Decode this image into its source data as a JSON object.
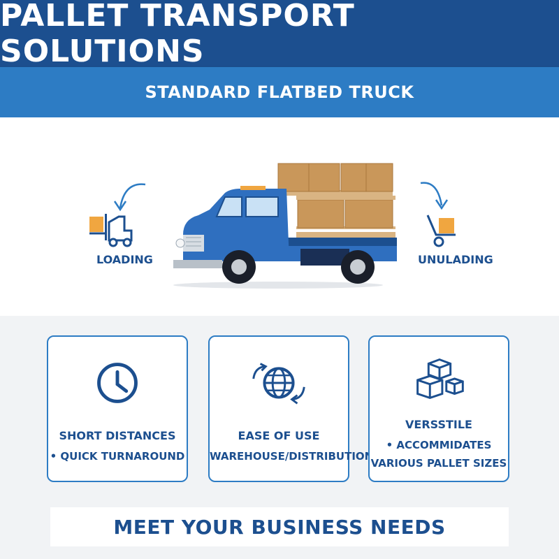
{
  "header": {
    "title": "PALLET TRANSPORT SOLUTIONS",
    "subtitle": "STANDARD FLATBED TRUCK"
  },
  "hero": {
    "left_label": "LOADING",
    "right_label": "UNULADING",
    "left_icon": "forklift-icon",
    "right_icon": "hand-truck-icon",
    "main_image": "flatbed-truck-with-pallets"
  },
  "cards": [
    {
      "icon": "clock-icon",
      "line1": "SHORT DISTANCES",
      "line2": "• QUICK TURNAROUND"
    },
    {
      "icon": "globe-arrows-icon",
      "line1": "EASE OF USE",
      "line2": "WAREHOUSE/DISTRIBUTION"
    },
    {
      "icon": "boxes-icon",
      "line1": "VERSSTILE",
      "line2": "• ACCOMMIDATES",
      "line3": "VARIOUS PALLET SIZES"
    }
  ],
  "footer": {
    "text": "MEET YOUR BUSINESS NEEDS"
  },
  "colors": {
    "primary_dark": "#1c4f8f",
    "primary": "#2d7cc4",
    "truck_blue": "#2f6fbf",
    "cargo_brown": "#c9975a",
    "accent_orange": "#f0a640"
  }
}
